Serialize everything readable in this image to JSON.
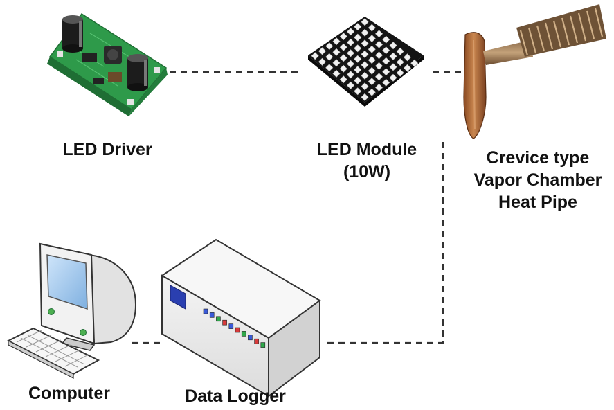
{
  "nodes": {
    "led_driver": {
      "label": "LED Driver"
    },
    "led_module": {
      "line1": "LED Module",
      "line2": "(10W)"
    },
    "heat_pipe": {
      "line1": "Crevice type",
      "line2": "Vapor Chamber",
      "line3": "Heat Pipe"
    },
    "computer": {
      "label": "Computer"
    },
    "data_logger": {
      "label": "Data Logger"
    }
  },
  "colors": {
    "pcb_green": "#2e9a4a",
    "capacitor_black": "#1c1c1c",
    "led_module_black": "#141414",
    "copper": "#b06a3a",
    "device_gray": "#e8e8e8",
    "screen_blue": "#9cc6ee",
    "connector_line": "#333333"
  },
  "connections": [
    {
      "from": "LED Driver",
      "to": "LED Module"
    },
    {
      "from": "LED Module",
      "to": "Crevice type Vapor Chamber Heat Pipe"
    },
    {
      "from": "Crevice type Vapor Chamber Heat Pipe",
      "to": "Data Logger"
    },
    {
      "from": "Data Logger",
      "to": "Computer"
    }
  ]
}
